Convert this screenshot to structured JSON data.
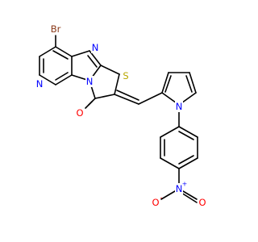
{
  "colors": {
    "carbon": "#000000",
    "nitrogen": "#0000ff",
    "oxygen": "#ff0000",
    "sulfur": "#b8a800",
    "bromine": "#8b3a1a"
  },
  "atoms": [
    {
      "id": "br",
      "label": "Br",
      "element": "bromine"
    },
    {
      "id": "npy",
      "label": "N",
      "element": "nitrogen"
    },
    {
      "id": "nim",
      "label": "N",
      "element": "nitrogen"
    },
    {
      "id": "nfu",
      "label": "N",
      "element": "nitrogen"
    },
    {
      "id": "s",
      "label": "S",
      "element": "sulfur"
    },
    {
      "id": "o1",
      "label": "O",
      "element": "oxygen"
    },
    {
      "id": "npr",
      "label": "N",
      "element": "nitrogen"
    },
    {
      "id": "nno",
      "label": "N",
      "element": "nitrogen",
      "charge": "+"
    },
    {
      "id": "oa",
      "label": "O",
      "element": "oxygen",
      "charge": "-"
    },
    {
      "id": "ob",
      "label": "O",
      "element": "oxygen"
    }
  ]
}
